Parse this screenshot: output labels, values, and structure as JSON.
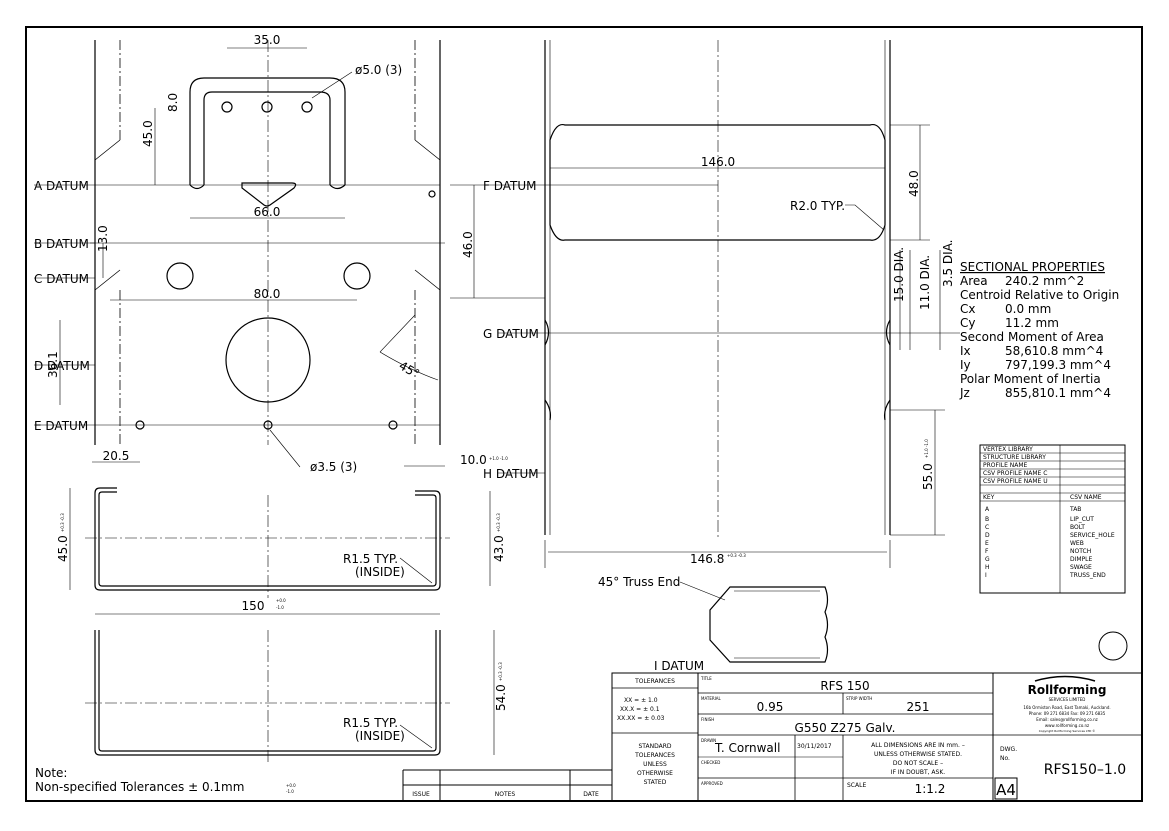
{
  "plan_view": {
    "dims": {
      "top_width": "35.0",
      "hole_note": "ø5.0 (3)",
      "dim_8": "8.0",
      "dim_45": "45.0",
      "dim_66": "66.0",
      "dim_13": "13.0",
      "dim_80": "80.0",
      "dim_36": "36.1",
      "angle_45": "45°",
      "dim_46": "46.0",
      "dim_20": "20.5",
      "small_hole_note": "ø3.5 (3)"
    },
    "datums": {
      "a": "A DATUM",
      "b": "B DATUM",
      "c": "C DATUM",
      "d": "D DATUM",
      "e": "E DATUM"
    }
  },
  "profile_view": {
    "dim_45": "45.0",
    "dim_45_tol": "+0.3 -0.3",
    "dim_43": "43.0",
    "dim_43_tol": "+0.3 -0.3",
    "radius_note": "R1.5 TYP.",
    "radius_sub": "(INSIDE)",
    "width": "150",
    "width_tol_top": "+0.0",
    "width_tol_bottom": "-1.0",
    "dim_10": "10.0",
    "dim_10_tol": "+1.0 -1.0"
  },
  "profile_view_2": {
    "dim_54": "54.0",
    "dim_54_tol": "+0.3 -0.3",
    "radius_note": "R1.5 TYP.",
    "radius_sub": "(INSIDE)"
  },
  "section_view": {
    "dim_146": "146.0",
    "dim_48": "48.0",
    "radius_note": "R2.0 TYP.",
    "dia_15": "15.0 DIA.",
    "dia_11": "11.0 DIA.",
    "dia_35": "3.5 DIA.",
    "dim_55": "55.0",
    "dim_55_tol": "+1.0 -1.0",
    "dim_1468": "146.8",
    "dim_1468_tol": "+0.3 -0.3",
    "truss_end": "45° Truss End",
    "datums": {
      "f": "F DATUM",
      "g": "G DATUM",
      "h": "H DATUM",
      "i": "I DATUM"
    }
  },
  "sectional_properties": {
    "heading": "SECTIONAL PROPERTIES",
    "area_label": "Area",
    "area_value": "240.2 mm^2",
    "centroid_heading": "Centroid Relative to Origin",
    "cx_label": "Cx",
    "cx_value": "0.0 mm",
    "cy_label": "Cy",
    "cy_value": "11.2 mm",
    "moment_heading": "Second Moment of Area",
    "ix_label": "Ix",
    "ix_value": "58,610.8 mm^4",
    "iy_label": "Iy",
    "iy_value": "797,199.3 mm^4",
    "polar_heading": "Polar Moment of Inertia",
    "jz_label": "Jz",
    "jz_value": "855,810.1 mm^4"
  },
  "library_table": {
    "rows": [
      "VERTEX LIBRARY",
      "STRUCTURE LIBRARY",
      "PROFILE NAME",
      "CSV PROFILE NAME C",
      "CSV PROFILE NAME U"
    ],
    "key_header": "KEY",
    "csv_header": "CSV NAME",
    "keys": [
      "A",
      "B",
      "C",
      "D",
      "E",
      "F",
      "G",
      "H",
      "I"
    ],
    "names": [
      "TAB",
      "LIP_CUT",
      "BOLT",
      "SERVICE_HOLE",
      "WEB",
      "NOTCH",
      "DIMPLE",
      "SWAGE",
      "TRUSS_END"
    ]
  },
  "notes": {
    "label": "Note:",
    "text": "Non-specified Tolerances ± 0.1mm",
    "tol_top": "+0.0",
    "tol_bottom": "-1.0"
  },
  "revision_block": {
    "issue": "ISSUE",
    "notes": "NOTES",
    "date": "DATE"
  },
  "tolerances_block": {
    "title": "TOLERANCES",
    "line1": "XX  = ± 1.0",
    "line2": "XX.X  = ± 0.1",
    "line3": "XX.XX = ± 0.03",
    "std1": "STANDARD",
    "std2": "TOLERANCES",
    "std3": "UNLESS",
    "std4": "OTHERWISE",
    "std5": "STATED"
  },
  "title_block": {
    "title_label": "TITLE",
    "title": "RFS 150",
    "material_label": "MATERIAL",
    "material": "0.95",
    "strip_label": "STRIP WIDTH",
    "strip": "251",
    "finish_label": "FINISH",
    "finish": "G550 Z275 Galv.",
    "drawn_label": "DRAWN",
    "drawn": "T. Cornwall",
    "date": "30/11/2017",
    "checked_label": "CHECKED",
    "approved_label": "APPROVED",
    "note1": "ALL DIMENSIONS ARE IN mm. –",
    "note2": "UNLESS OTHERWISE STATED.",
    "note3": "DO NOT SCALE –",
    "note4": "IF IN DOUBT, ASK.",
    "scale_label": "SCALE",
    "scale": "1:1.2",
    "dwg_label1": "DWG.",
    "dwg_label2": "No.",
    "dwg_no": "RFS150–1.0",
    "sheet": "A4"
  },
  "company": {
    "name": "Rollforming",
    "sub": "SERVICES LIMITED",
    "address": "16b Ormiston Road, East Tamaki, Auckland.",
    "phone": "Phone: 09 271 6834 Fax: 09 271 6835",
    "email": "Email: sales@rollforming.co.nz",
    "web": "www.rollforming.co.nz",
    "copyright": "Copyright Rollforming Services LTD ©"
  }
}
